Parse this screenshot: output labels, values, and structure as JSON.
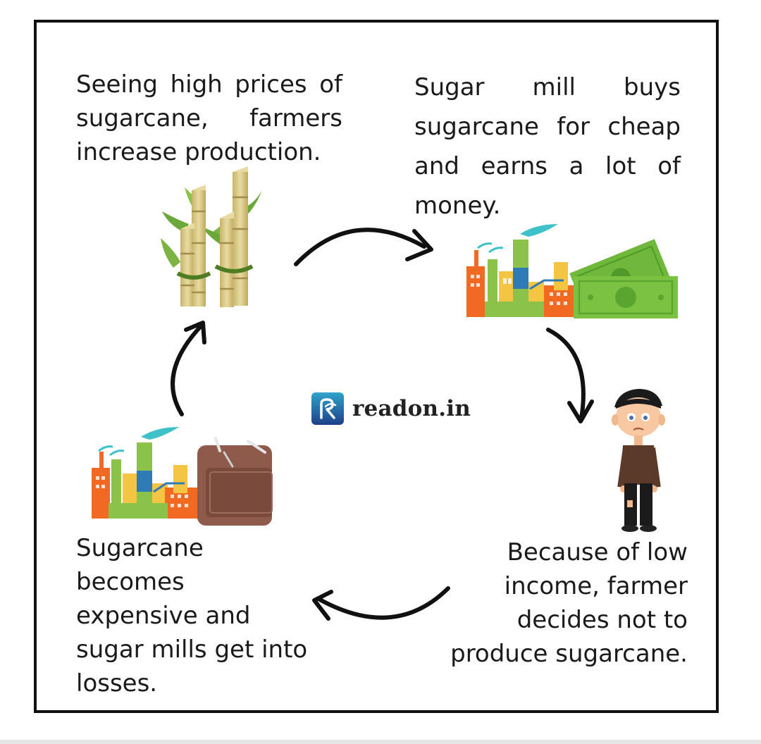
{
  "diagram": {
    "steps": [
      {
        "id": "high-prices",
        "lines": [
          "Seeing high prices of",
          "sugarcane, farmers",
          "increase production."
        ]
      },
      {
        "id": "mill-profit",
        "lines": [
          "Sugar mill buys",
          "sugarcane for cheap",
          "and earns a lot of",
          "money."
        ]
      },
      {
        "id": "low-income",
        "lines": [
          "Because of low",
          "income, farmer",
          "decides not to",
          "produce sugarcane."
        ]
      },
      {
        "id": "mill-loss",
        "lines": [
          "Sugarcane",
          "becomes",
          "expensive and",
          "sugar mills get into",
          "losses."
        ]
      }
    ],
    "icons": [
      "sugarcane-icon",
      "factory-icon",
      "money-icon",
      "farmer-icon",
      "wallet-icon",
      "cycle-arrow-icon"
    ]
  },
  "brand": {
    "name": "readon.in",
    "logo_icon": "readon-logo-icon",
    "colors": {
      "logo_top": "#2fa4c9",
      "logo_bottom": "#1e3f8a"
    }
  },
  "colors": {
    "border": "#111111",
    "cane": "#d9c98a",
    "leaf": "#7cb342",
    "money": "#7cc242",
    "factory_orange": "#f26a21",
    "factory_green": "#8bc34a",
    "smoke": "#3fc1c9",
    "wallet": "#8d5a4b"
  }
}
